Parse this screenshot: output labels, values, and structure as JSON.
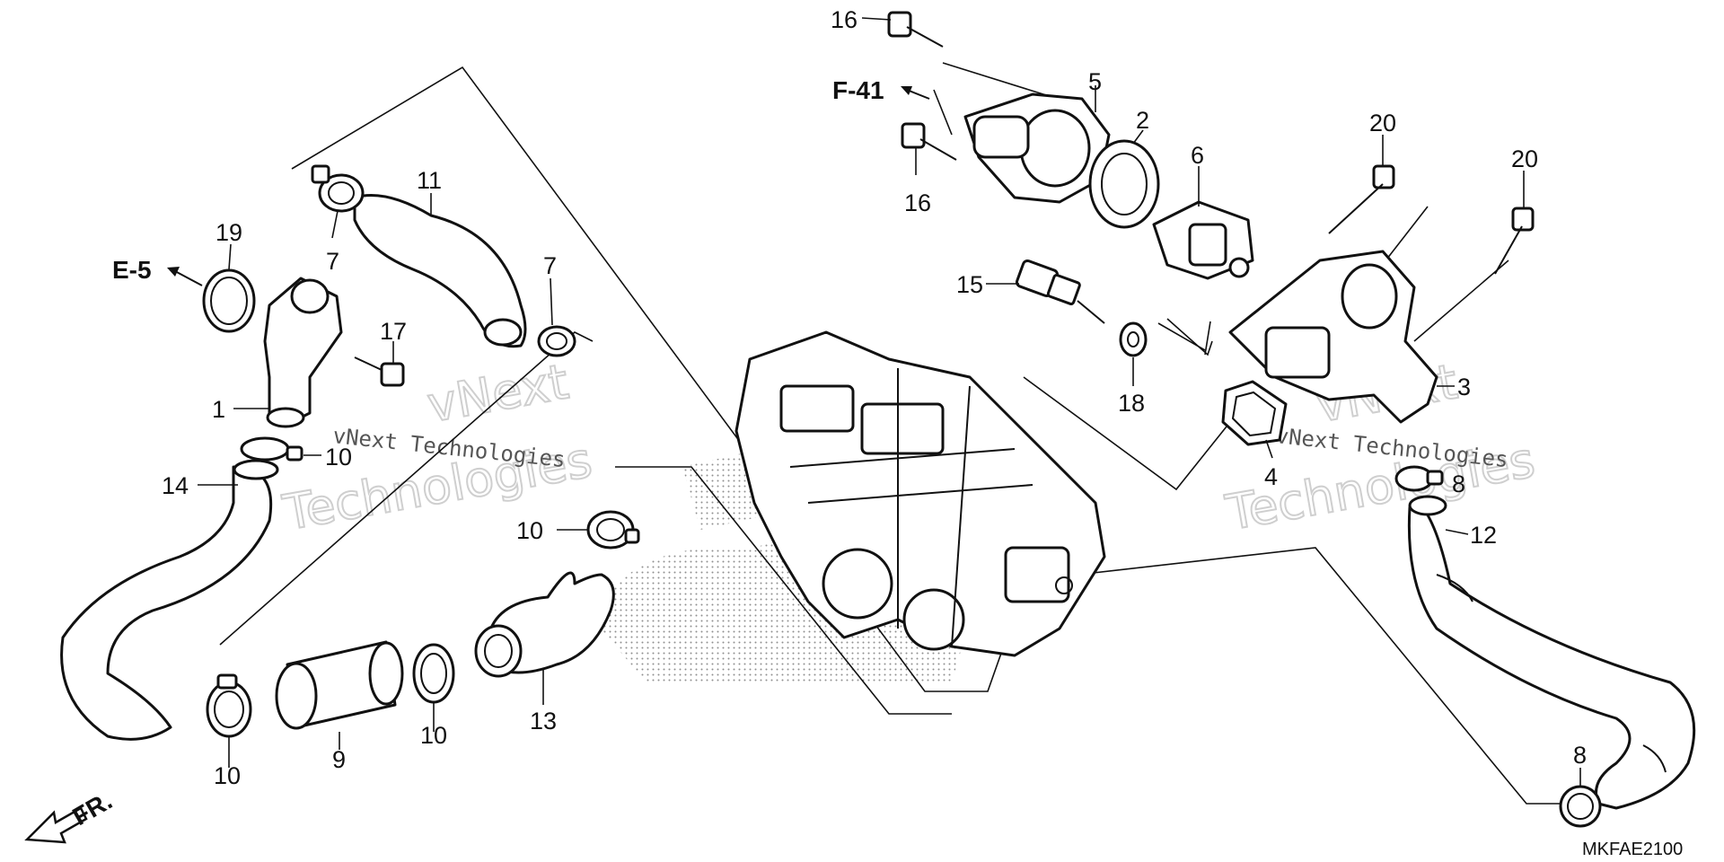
{
  "diagram": {
    "callouts": [
      {
        "id": "c16a",
        "text": "16"
      },
      {
        "id": "c16b",
        "text": "16"
      },
      {
        "id": "c5",
        "text": "5"
      },
      {
        "id": "c2",
        "text": "2"
      },
      {
        "id": "c6",
        "text": "6"
      },
      {
        "id": "c20a",
        "text": "20"
      },
      {
        "id": "c20b",
        "text": "20"
      },
      {
        "id": "c15",
        "text": "15"
      },
      {
        "id": "c18",
        "text": "18"
      },
      {
        "id": "c3",
        "text": "3"
      },
      {
        "id": "c4",
        "text": "4"
      },
      {
        "id": "c8r",
        "text": "8"
      },
      {
        "id": "c12",
        "text": "12"
      },
      {
        "id": "c8b",
        "text": "8"
      },
      {
        "id": "c11",
        "text": "11"
      },
      {
        "id": "c7a",
        "text": "7"
      },
      {
        "id": "c7b",
        "text": "7"
      },
      {
        "id": "c19",
        "text": "19"
      },
      {
        "id": "c17",
        "text": "17"
      },
      {
        "id": "c1",
        "text": "1"
      },
      {
        "id": "c10a",
        "text": "10"
      },
      {
        "id": "c14",
        "text": "14"
      },
      {
        "id": "c10b",
        "text": "10"
      },
      {
        "id": "c10c",
        "text": "10"
      },
      {
        "id": "c10d",
        "text": "10"
      },
      {
        "id": "c9",
        "text": "9"
      },
      {
        "id": "c13",
        "text": "13"
      }
    ],
    "references": {
      "f41": "F-41",
      "e5": "E-5",
      "front": "FR."
    },
    "code": "MKFAE2100",
    "watermark": {
      "line1": "vNext Technologies",
      "line2a": "vNext",
      "line2b": "Technologies"
    }
  }
}
